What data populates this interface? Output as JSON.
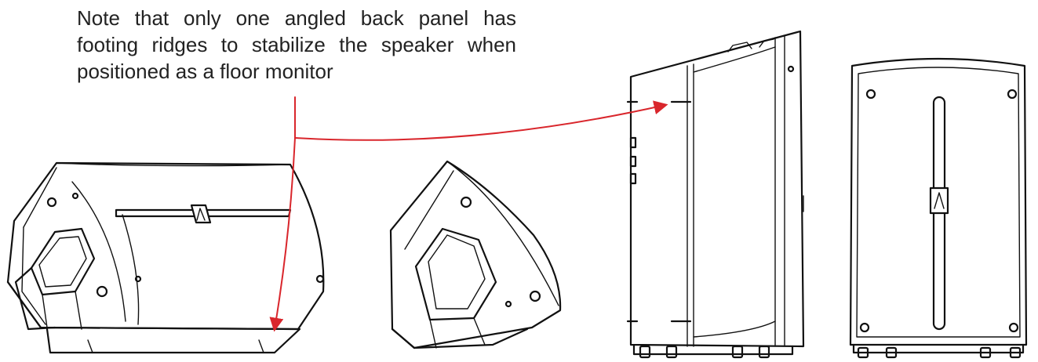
{
  "annotation": {
    "text": "Note that only one angled back panel has footing ridges to stabilize the speaker when positioned as a floor monitor"
  },
  "colors": {
    "arrow": "#d9262c",
    "line_art": "#111111",
    "text": "#222222",
    "background": "#ffffff"
  },
  "views": [
    "speaker-floor-monitor-large-view",
    "speaker-floor-monitor-small-view",
    "speaker-side-upright-view",
    "speaker-back-upright-view"
  ]
}
